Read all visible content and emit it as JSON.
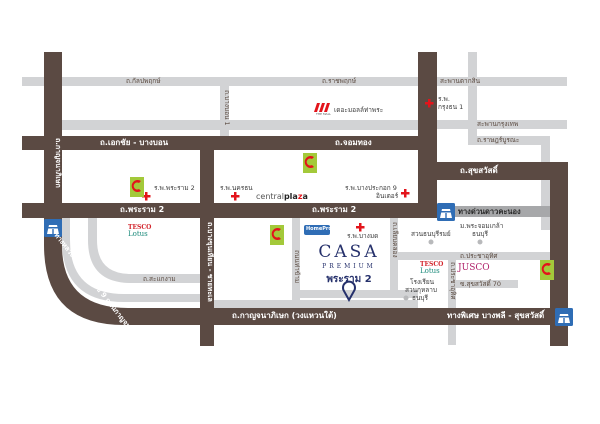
{
  "map": {
    "colors": {
      "major_road": "#5b4a43",
      "minor_road": "#d2d3d5",
      "background": "#ffffff",
      "hospital_cross": "#e3141b",
      "expressway_icon": "#2f6db5",
      "brand_text": "#25306b"
    },
    "project": {
      "name": "CASA",
      "tier": "PREMIUM",
      "location": "พระราม 2",
      "icon": "map-pin-icon"
    },
    "roads": {
      "kanlapaphruek": "ถ.กัลปพฤกษ์",
      "ratchaphruek": "ถ.ราชพฤกษ์",
      "bang_bon_1": "ถ.บางบอน 1",
      "kanchanaphisek_vertical": "ถ.กาญจนาภิเษก",
      "ekkachai_bang_bon": "ถ.เอกชัย - บางบอน",
      "chom_thong": "ถ.จอมทอง",
      "rama2_west": "ถ.พระราม 2",
      "rama2_east": "ถ.พระราม 2",
      "taksin_bridge": "สะพานตากสิน",
      "krungthep_bridge": "สะพานกรุงเทพ",
      "rat_burana": "ถ.ราษฎร์บูรณะ",
      "suksawat": "ถ.สุขสวัสดิ์",
      "dao_khanong_expressway": "ทางด่วนดาวคะนอง",
      "special_highway_9": "ทางหลวงพิเศษหมายเลข 9 ถนนกาญจนาภิเษก(ใต้)",
      "sakae_ngam": "ถ.สะแกงาม",
      "bang_khun_thian": "ถ.บางขุนเทียน - ชายทะเล",
      "kanchanaphisek_outer": "ถ.กาญจนาภิเษก (วงแหวนใต้)",
      "tha_kham": "ถนนท่าข้าม",
      "liap_khlong": "ถ.เลียบคลอง",
      "pracha_uthit_h": "ถ.ประชาอุทิศ",
      "pracha_uthit_v": "ถ.ประชาอุทิศ",
      "soi_suksawat_70": "ซ.สุขสวัสดิ์ 70",
      "bang_phli_suksawat": "ทางพิเศษ บางพลี - สุขสวัสดิ์"
    },
    "pois": {
      "the_mall": "เดอะมอลล์ท่าพระ",
      "the_mall_logo": "THE MALL",
      "hosp_krungthon1_a": "ร.พ.",
      "hosp_krungthon1_b": "กรุงธน 1",
      "hosp_rama2": "ร.พ.พระราม 2",
      "hosp_nakhon": "ร.พ.นครธน",
      "central_plaza_a": "central",
      "central_plaza_b": "pla",
      "central_plaza_c": "a",
      "hosp_bangprakok_a": "ร.พ.บางประกอก 9",
      "hosp_bangprakok_b": "อินเตอร์",
      "tesco_a": "TESCO",
      "tesco_b": "Lotus",
      "homepro": "HomePro",
      "hosp_bangmod": "ร.พ.บางมด",
      "suan_thon": "สวนธนบุรีรมย์",
      "kmutt_a": "ม.พระจอมเกล้า",
      "kmutt_b": "ธนบุรี",
      "tesco2_a": "TESCO",
      "tesco2_b": "Lotus",
      "jusco": "JUSCO",
      "school_a": "โรงเรียน",
      "school_b": "สวนกุหลาบ",
      "school_c": "ธนบุรี",
      "bigc_logo": "C"
    }
  }
}
